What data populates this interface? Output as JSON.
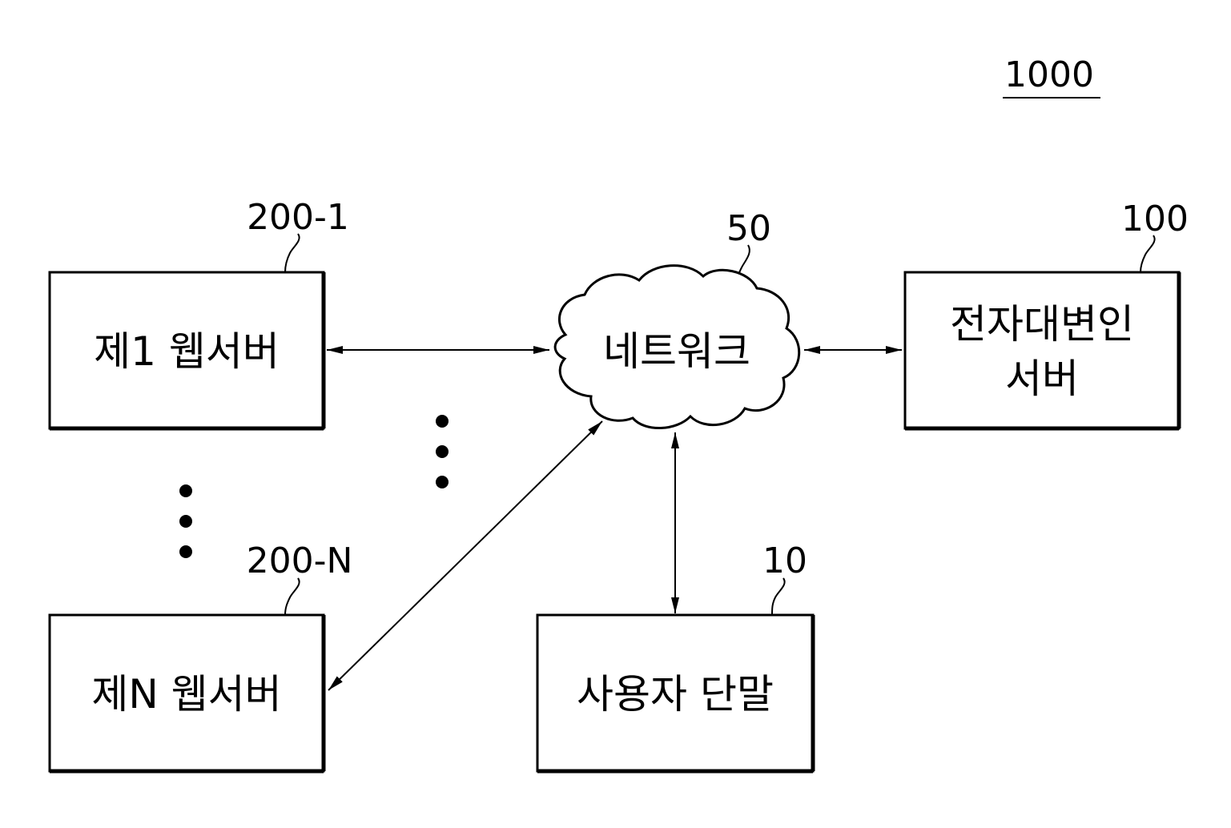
{
  "figure_ref": "1000",
  "nodes": {
    "web_server_1": {
      "ref": "200-1",
      "label": "제1 웹서버"
    },
    "web_server_n": {
      "ref": "200-N",
      "label": "제N 웹서버"
    },
    "network": {
      "ref": "50",
      "label": "네트워크"
    },
    "attorney_server": {
      "ref": "100",
      "label_line1": "전자대변인",
      "label_line2": "서버"
    },
    "user_terminal": {
      "ref": "10",
      "label": "사용자 단말"
    }
  },
  "connections": [
    {
      "from": "web_server_1",
      "to": "network",
      "type": "bidirectional"
    },
    {
      "from": "web_server_n",
      "to": "network",
      "type": "bidirectional"
    },
    {
      "from": "network",
      "to": "attorney_server",
      "type": "bidirectional"
    },
    {
      "from": "network",
      "to": "user_terminal",
      "type": "bidirectional"
    }
  ]
}
